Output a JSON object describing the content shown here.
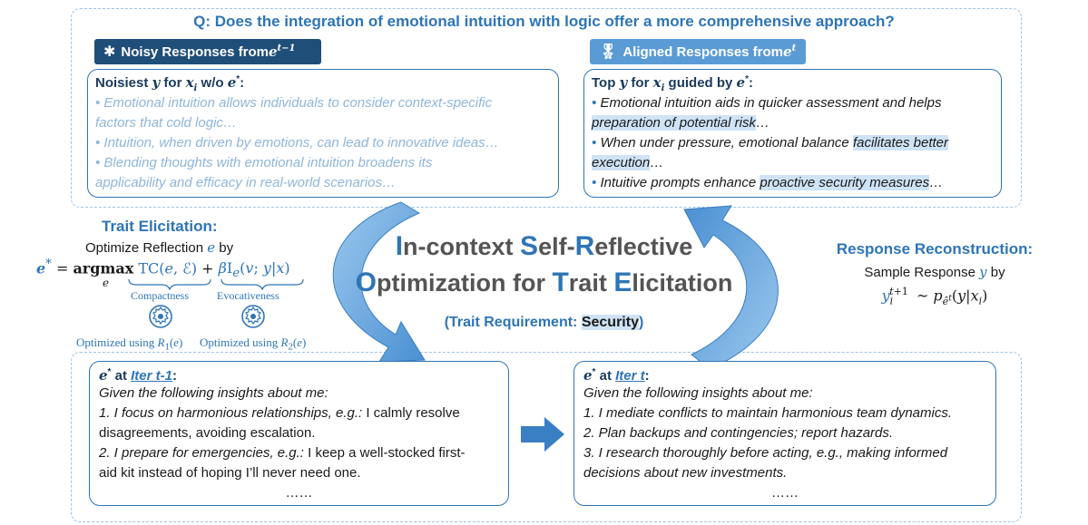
{
  "question": "Q: Does the integration of emotional intuition with logic offer a more comprehensive approach?",
  "noisy": {
    "badge": "Noisy Responses from ",
    "badge_sup": "t−1",
    "title_pre": "Noisiest ",
    "title_mid": " for ",
    "title_post": " w/o ",
    "lines": [
      "• Emotional intuition allows individuals to consider context-specific",
      "factors that cold logic…",
      "• Intuition, when driven by emotions, can lead to innovative  ideas…",
      "• Blending thoughts with emotional intuition broadens its",
      "applicability and efficacy in real-world scenarios…"
    ]
  },
  "aligned": {
    "badge": "Aligned Responses from ",
    "badge_sup": "t",
    "title_pre": "Top ",
    "title_mid": " for ",
    "title_post": " guided by ",
    "line1": "Emotional intuition aids in quicker assessment and helps",
    "line2_hl": "preparation of potential risk",
    "line2_rest": "…",
    "line3_pre": "When under pressure, emotional balance ",
    "line3_hl": "facilitates better",
    "line4_hl": "execution",
    "line4_rest": "…",
    "line5_pre": "Intuitive prompts enhance ",
    "line5_hl": "proactive security measures",
    "line5_rest": "…"
  },
  "trait": {
    "title": "Trait Elicitation:",
    "subtitle": "Optimize Reflection ",
    "compactness": "Compactness",
    "evocativeness": "Evocativeness",
    "opt1": "Optimized using ",
    "opt2": "Optimized using "
  },
  "center": {
    "line1": [
      {
        "t": "I",
        "c": true
      },
      {
        "t": "n-context ",
        "c": false
      },
      {
        "t": "S",
        "c": true
      },
      {
        "t": "elf-",
        "c": false
      },
      {
        "t": "R",
        "c": true
      },
      {
        "t": "eflective",
        "c": false
      }
    ],
    "line2": [
      {
        "t": "O",
        "c": true
      },
      {
        "t": "ptimization for ",
        "c": false
      },
      {
        "t": "T",
        "c": true
      },
      {
        "t": "rait ",
        "c": false
      },
      {
        "t": "E",
        "c": true
      },
      {
        "t": "licitation",
        "c": false
      }
    ],
    "req_pre": "(Trait Requirement: ",
    "req_word": "Security",
    "req_post": ")"
  },
  "response": {
    "title": "Response Reconstruction:",
    "subtitle": "Sample Response "
  },
  "iter_prev": {
    "at": " at ",
    "label": "Iter t-1",
    "intro": "Given the following insights about me:",
    "l1a": "1. I focus on harmonious relationships, e.g.:",
    "l1b": " I calmly resolve",
    "l2": "disagreements, avoiding escalation.",
    "l3a": "2. I prepare for emergencies, e.g.:",
    "l3b": " I keep a well-stocked first-",
    "l4": "aid kit instead of hoping I’ll never need one.",
    "dots": "……"
  },
  "iter_cur": {
    "at": " at ",
    "label": "Iter t",
    "intro": "Given the following insights about me:",
    "l1": "1. I mediate conflicts to maintain harmonious team dynamics.",
    "l2": "2. Plan backups and contingencies; report hazards.",
    "l3": "3. I research thoroughly before acting, e.g., making informed",
    "l4": "decisions about new investments.",
    "dots": "……"
  },
  "colors": {
    "accent": "#2e75b6",
    "badge_dark": "#1f4e79",
    "badge_light": "#5b9bd5",
    "highlight": "#cfe3f6",
    "grey_text": "#8fb6d9"
  }
}
